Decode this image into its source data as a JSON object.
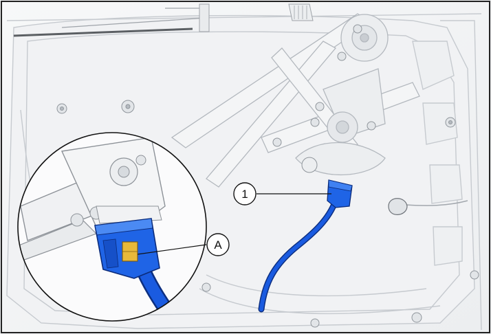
{
  "figure": {
    "callouts": [
      {
        "id": "callout-1",
        "label": "1"
      },
      {
        "id": "callout-a",
        "label": "A"
      }
    ]
  },
  "colors": {
    "connector_blue": "#1f64e6",
    "harness_blue": "#1a5be0",
    "lock_tab_yellow": "#e7b93a",
    "part_outline": "#bfc3c8",
    "frame_border": "#222222"
  },
  "icons": [
    "door-panel-illustration",
    "window-regulator-illustration",
    "magnified-detail-circle"
  ]
}
